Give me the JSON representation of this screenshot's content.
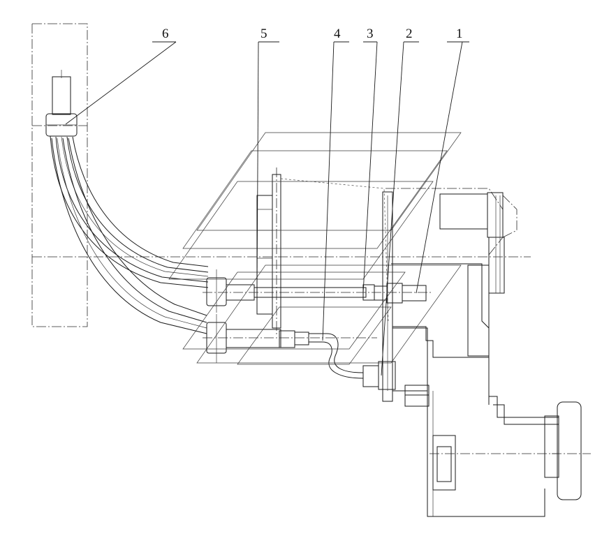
{
  "callouts": [
    {
      "id": "callout-6",
      "label": "6"
    },
    {
      "id": "callout-5",
      "label": "5"
    },
    {
      "id": "callout-4",
      "label": "4"
    },
    {
      "id": "callout-3",
      "label": "3"
    },
    {
      "id": "callout-2",
      "label": "2"
    },
    {
      "id": "callout-1",
      "label": "1"
    }
  ],
  "colors": {
    "line": "#1a1a1a",
    "background": "#ffffff"
  }
}
